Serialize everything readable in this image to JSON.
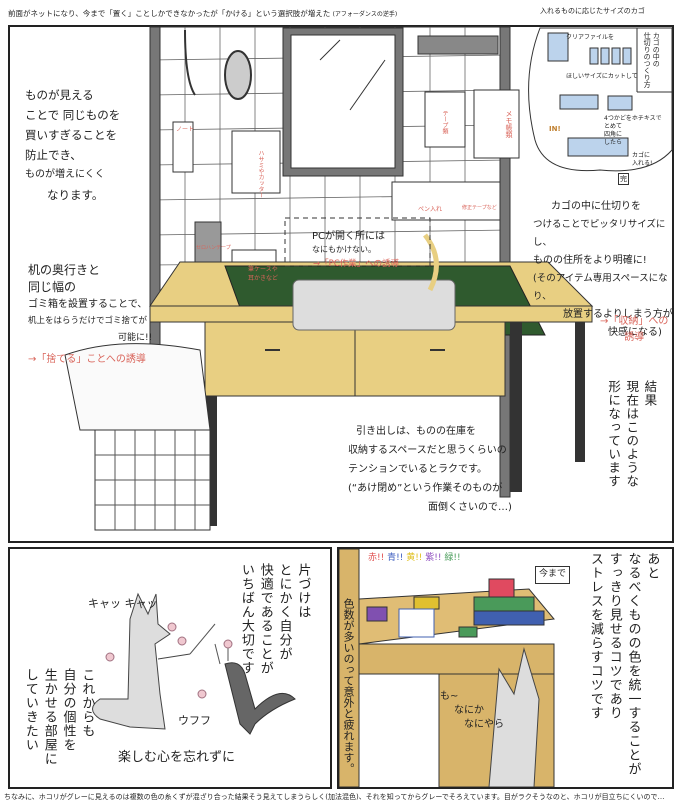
{
  "header": {
    "caption": "前面がネットになり、今まで「置く」ことしかできなかったが「かける」という選択肢が増えた",
    "caption_note": "(アフォーダンスの逆手)",
    "basket_label": "入れるものに応じたサイズのカゴ"
  },
  "top_panel": {
    "left_note": [
      "ものが見える",
      "ことで 同じものを",
      "買いすぎることを",
      "防止でき、",
      "ものが増えにくく",
      "なります。"
    ],
    "trash_note": [
      "机の奥行きと",
      "同じ幅の",
      "ゴミ箱を設置することで、",
      "机上をはらうだけでゴミ捨てが",
      "可能に!!"
    ],
    "trash_lead": "→「捨てる」ことへの誘導",
    "inset": {
      "title": [
        "カゴの中の",
        "仕切りのつくり方"
      ],
      "step1": "クリアファイルを",
      "step2": "ほしいサイズにカットして",
      "step3": [
        "4つかどをホチキスで",
        "とめて",
        "四角に",
        "したら"
      ],
      "step4": [
        "カゴに",
        "入れる!"
      ],
      "in_badge": "IN!",
      "stamp": "完"
    },
    "divider_note": [
      "カゴの中に仕切りを",
      "つけることでピッタリサイズにし、",
      "ものの住所をより明確に!",
      "(そのアイテム専用スペースになり、",
      "放置するよりしまう方が",
      "快感になる)"
    ],
    "storage_lead": [
      "→「収納」への",
      "誘導"
    ],
    "pc_note": [
      "PCが開く所には",
      "なにもかけない。"
    ],
    "pc_lead": "→「PC作業」への誘導",
    "drawer_note": [
      "引き出しは、ものの在庫を",
      "収納するスペースだと思うくらいの",
      "テンションでいるとラクです。",
      "(“あけ閉め”という作業そのものが",
      "面倒くさいので…)"
    ],
    "result_note": [
      "結果",
      "現在はこのような",
      "形になっています"
    ],
    "labels": {
      "note": "ノート",
      "scissors": "ハサミやカッター",
      "tape_dispenser": "セロハンテープ",
      "pen_case": [
        "筆ケースや",
        "耳かきなど"
      ],
      "tape": "テープ類",
      "memo": "メモ帳類",
      "pens": "ペン入れ",
      "correction": "修正テープなど"
    }
  },
  "bottom_left_panel": {
    "main_text": [
      "片づけは",
      "とにかく自分が",
      "快適であることが",
      "いちばん大切です"
    ],
    "sub_text": [
      "これからも",
      "自分の個性を",
      "生かせる部屋に",
      "していきたい"
    ],
    "sfx_play": "キャッ キャッ",
    "sfx_cat": "ウフフ",
    "footer_text": "楽しむ心を忘れずに"
  },
  "bottom_right_panel": {
    "colors_shout": [
      "赤!!",
      "青!!",
      "黄!!",
      "紫!!",
      "緑!!"
    ],
    "colors_shout_hex": [
      "#e05050",
      "#4060c0",
      "#e0c020",
      "#9050c0",
      "#50a060"
    ],
    "before_badge": "今まで",
    "main_text": [
      "あと",
      "なるべくものの色を統一することが",
      "すっきり見せるコツであり",
      "ストレスを減らすコツです"
    ],
    "side_text": "色数が多いのって意外と疲れます。",
    "sfx": [
      "も~",
      "なにか",
      "なにやら"
    ]
  },
  "footer_note": "ちなみに、ホコリがグレーに見えるのは複数の色の糸くずが混ざり合った結果そう見えてしまうらしく(加法混色)、それを知ってからグレーでそろえています。目がラクそうなのと、ホコリが目立ちにくいので…",
  "colors": {
    "desk": "#e8cf82",
    "mat": "#2f5a2e",
    "accent_red": "#d9645a",
    "clear_file": "#bcd3ec"
  }
}
